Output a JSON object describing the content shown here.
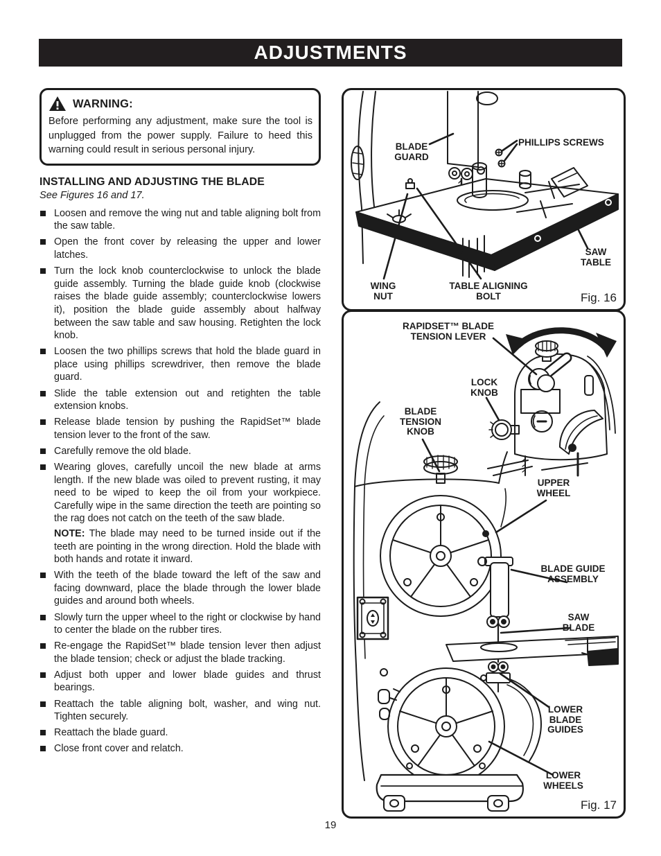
{
  "colors": {
    "paper": "#ffffff",
    "ink": "#1c1c1c",
    "header_bg": "#221e1f",
    "header_text": "#ffffff"
  },
  "header": {
    "title": "ADJUSTMENTS"
  },
  "warning": {
    "label": "WARNING:",
    "body": "Before performing any adjustment, make sure the tool is unplugged from the power supply. Failure to heed this warning could result in serious personal injury."
  },
  "section": {
    "heading": "INSTALLING AND ADJUSTING THE BLADE",
    "subheading": "See Figures 16 and 17.",
    "bullets": [
      {
        "text": "Loosen and remove the wing nut and table aligning bolt from the saw table."
      },
      {
        "text": "Open the front cover by releasing the upper and lower latches."
      },
      {
        "text": "Turn the lock knob counterclockwise to unlock the blade guide assembly. Turning the blade guide knob (clockwise raises the blade guide assembly; counterclockwise lowers it), position the blade guide assembly about halfway between the saw table and saw housing. Retighten the lock knob."
      },
      {
        "text": "Loosen the two phillips screws that hold the blade guard in place using phillips screwdriver, then remove the blade guard."
      },
      {
        "text": "Slide the table extension out and retighten the table extension knobs."
      },
      {
        "text": "Release blade tension by pushing the RapidSet™ blade tension lever to the front of the saw."
      },
      {
        "text": "Carefully remove the old blade."
      },
      {
        "text": "Wearing gloves, carefully uncoil the new blade at arms length. If the new blade was oiled to prevent rusting, it may need to be wiped to keep the oil from your workpiece. Carefully wipe in the same direction the teeth are pointing so the rag does not catch on the teeth of the saw blade.",
        "note_label": "NOTE:",
        "note_text": " The blade may need to be turned inside out if the teeth are pointing in the wrong direction. Hold the blade with both hands and rotate it inward."
      },
      {
        "text": "With the teeth of the blade toward the left of the saw and facing downward, place the blade through the lower blade guides and around both wheels."
      },
      {
        "text": "Slowly turn the upper wheel to the right or clockwise by hand to center the blade on the rubber tires."
      },
      {
        "text": "Re-engage the RapidSet™ blade tension lever then adjust the blade tension; check or adjust the blade tracking."
      },
      {
        "text": "Adjust both upper and lower blade guides and thrust bearings."
      },
      {
        "text": "Reattach the table aligning bolt, washer, and wing nut. Tighten securely."
      },
      {
        "text": "Reattach the blade guard."
      },
      {
        "text": "Close front cover and relatch."
      }
    ]
  },
  "figures": {
    "fig16": {
      "caption": "Fig. 16",
      "labels": {
        "blade_guard": "BLADE\nGUARD",
        "phillips_screws": "PHILLIPS SCREWS",
        "saw_table": "SAW\nTABLE",
        "wing_nut": "WING\nNUT",
        "table_aligning_bolt": "TABLE ALIGNING\nBOLT"
      }
    },
    "fig17": {
      "caption": "Fig. 17",
      "labels": {
        "rapidset_blade_tension_lever": "RAPIDSET™ BLADE\nTENSION LEVER",
        "lock_knob": "LOCK\nKNOB",
        "blade_tension_knob": "BLADE\nTENSION\nKNOB",
        "upper_wheel": "UPPER\nWHEEL",
        "blade_guide_assembly": "BLADE GUIDE\nASSEMBLY",
        "saw_blade": "SAW\nBLADE",
        "lower_blade_guides": "LOWER\nBLADE\nGUIDES",
        "lower_wheels": "LOWER\nWHEELS"
      }
    }
  },
  "footer": {
    "page_number": "19"
  }
}
